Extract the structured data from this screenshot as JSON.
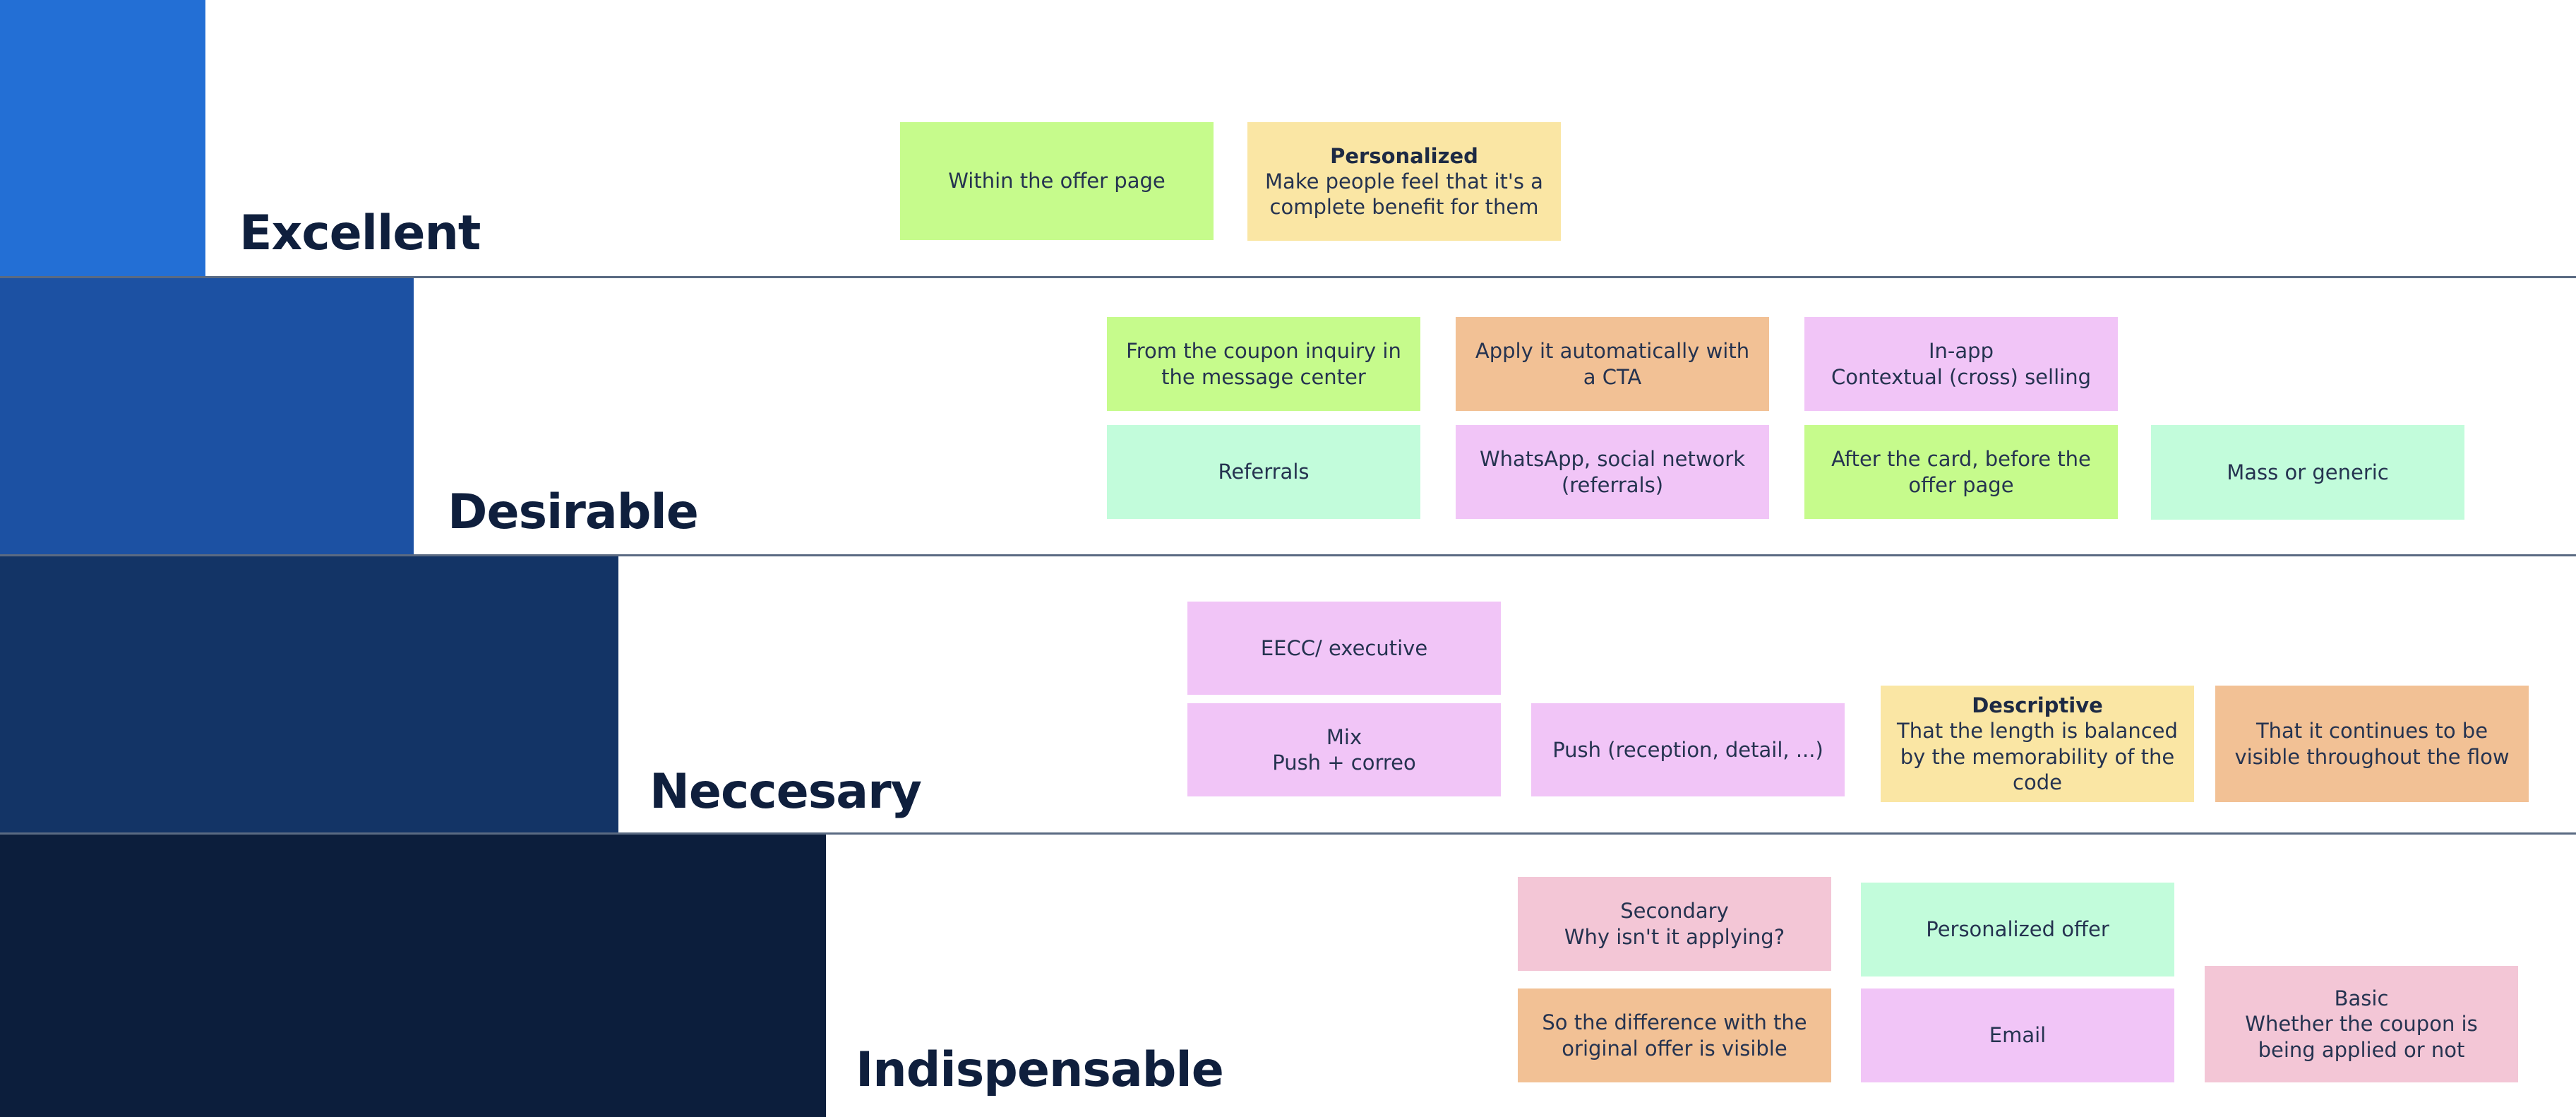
{
  "colors": {
    "band_excellent": "#236fd5",
    "band_desirable": "#1c51a3",
    "band_necessary": "#133466",
    "band_indispensable": "#0c1e3c",
    "divider": "#5a6a82",
    "note_green": "#c6fb8c",
    "note_yellow": "#fae6a4",
    "note_orange": "#f2c195",
    "note_violet": "#f1c5f7",
    "note_mint": "#c2fcdb",
    "note_pink": "#f3c6d6"
  },
  "levels": [
    {
      "title": "Excellent",
      "notes": [
        {
          "color": "green",
          "title": "",
          "text": "Within the offer page"
        },
        {
          "color": "yellow",
          "title": "Personalized",
          "text": "Make people feel that it's a complete benefit for them"
        }
      ]
    },
    {
      "title": "Desirable",
      "notes": [
        {
          "color": "green",
          "title": "",
          "text": "From the coupon inquiry in the message center"
        },
        {
          "color": "orange",
          "title": "",
          "text": "Apply it automatically with a CTA"
        },
        {
          "color": "violet",
          "title": "",
          "text": "In-app\nContextual (cross) selling"
        },
        {
          "color": "mint",
          "title": "",
          "text": "Referrals"
        },
        {
          "color": "violet",
          "title": "",
          "text": "WhatsApp, social network (referrals)"
        },
        {
          "color": "green",
          "title": "",
          "text": "After the card, before the offer page"
        },
        {
          "color": "mint",
          "title": "",
          "text": "Mass or generic"
        }
      ]
    },
    {
      "title": "Neccesary",
      "notes": [
        {
          "color": "violet",
          "title": "",
          "text": "EECC/ executive"
        },
        {
          "color": "violet",
          "title": "",
          "text": "Mix\nPush + correo"
        },
        {
          "color": "violet",
          "title": "",
          "text": "Push (reception, detail, ...)"
        },
        {
          "color": "yellow",
          "title": "Descriptive",
          "text": "That the length is balanced by the memorability of the code"
        },
        {
          "color": "orange",
          "title": "",
          "text": "That it continues to be visible throughout the flow"
        }
      ]
    },
    {
      "title": "Indispensable",
      "notes": [
        {
          "color": "pink",
          "title": "",
          "text": "Secondary\nWhy isn't it applying?"
        },
        {
          "color": "mint",
          "title": "",
          "text": "Personalized offer"
        },
        {
          "color": "orange",
          "title": "",
          "text": "So the difference with the original offer is visible"
        },
        {
          "color": "violet",
          "title": "",
          "text": "Email"
        },
        {
          "color": "pink",
          "title": "",
          "text": "Basic\nWhether the coupon is being applied or not"
        }
      ]
    }
  ]
}
